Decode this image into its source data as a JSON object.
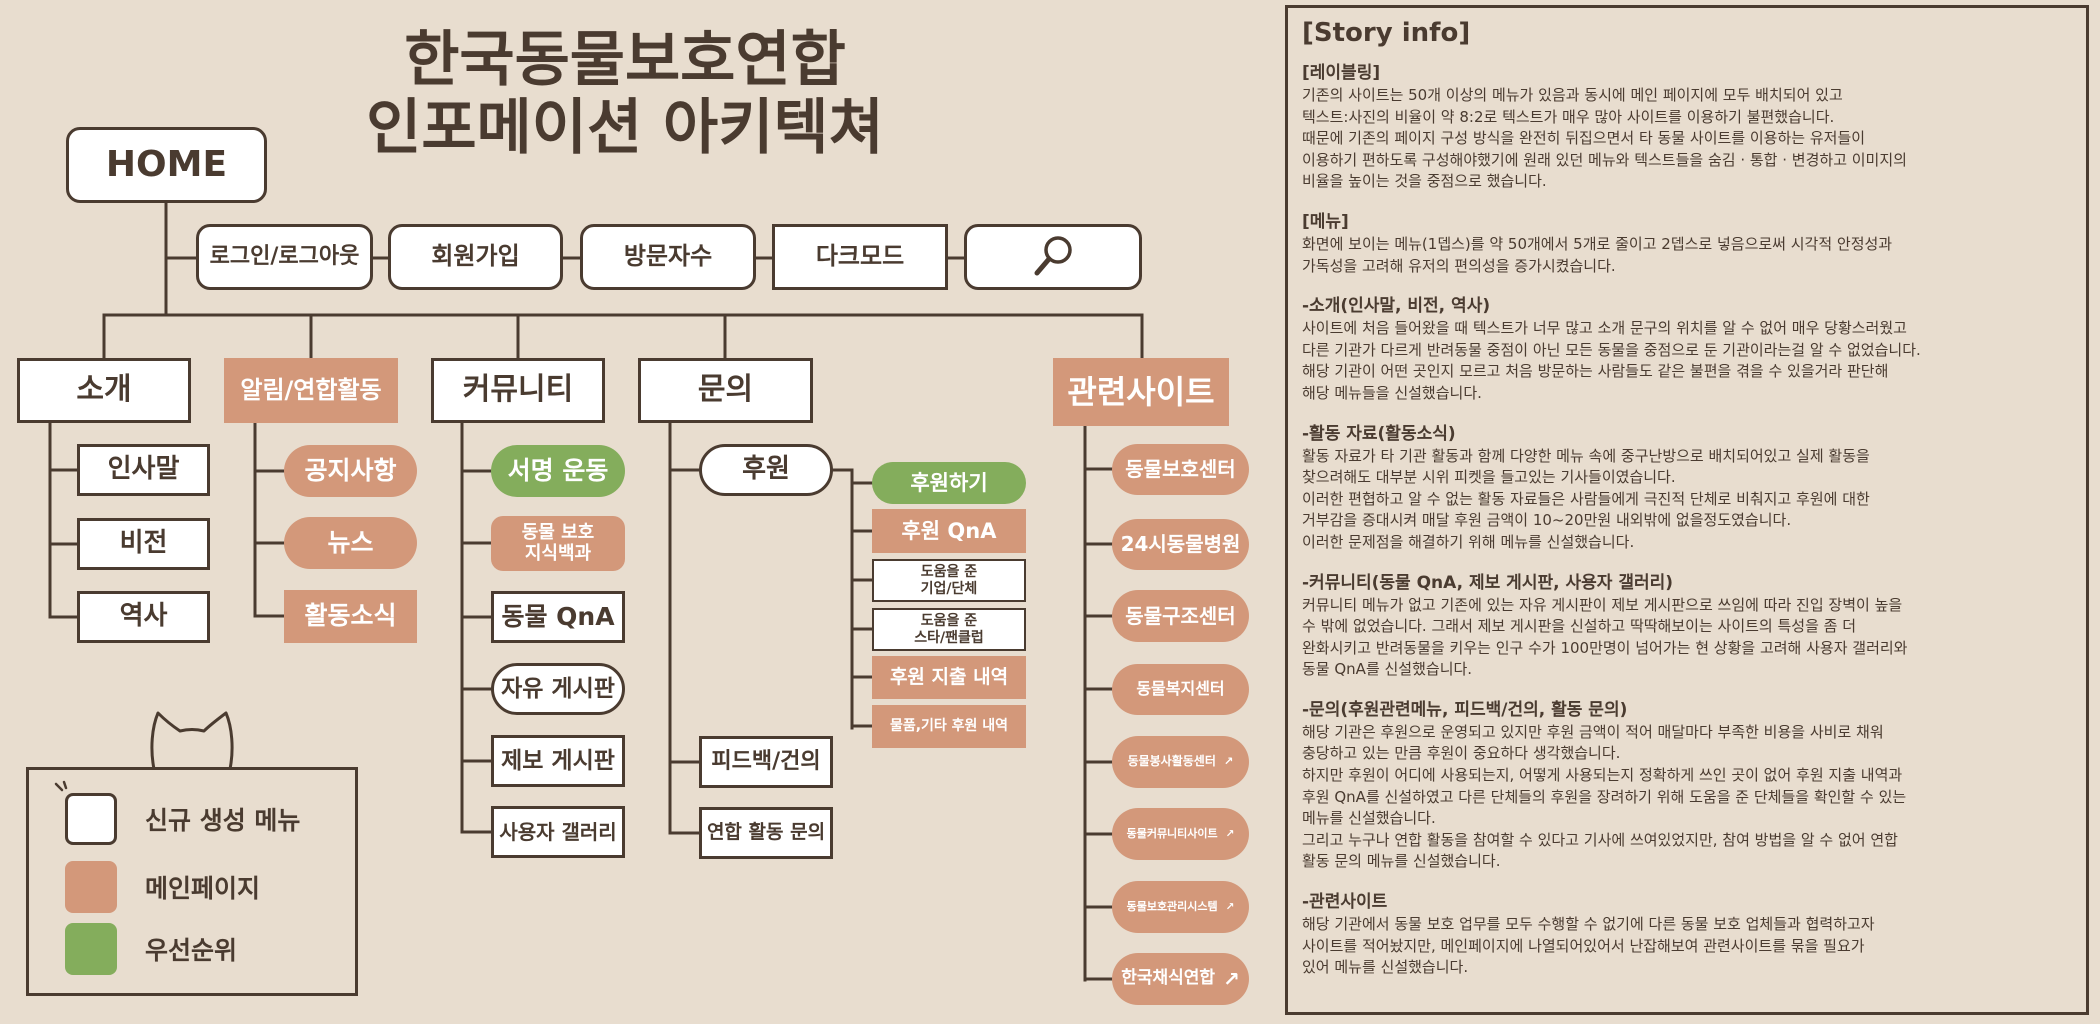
{
  "title": {
    "line1": "한국동물보호연합",
    "line2": "인포메이션 아키텍쳐"
  },
  "colors": {
    "line": "#4a3b30",
    "main_page": "#d3987a",
    "priority": "#84ad5c",
    "new_menu": "#ffffff",
    "background": "#e8ddcf"
  },
  "nodes": {
    "home": "HOME",
    "login": "로그인/로그아웃",
    "signup": "회원가입",
    "visitors": "방문자수",
    "darkmode": "다크모드",
    "search_icon": "search-icon",
    "about": "소개",
    "greeting": "인사말",
    "vision": "비전",
    "history": "역사",
    "notice_activity": "알림/연합활동",
    "notices": "공지사항",
    "news": "뉴스",
    "activity_news": "활동소식",
    "community": "커뮤니티",
    "petition": "서명 운동",
    "animal_wiki": "동물 보호\n지식백과",
    "animal_qna": "동물 QnA",
    "free_board": "자유 게시판",
    "report_board": "제보 게시판",
    "user_gallery": "사용자 갤러리",
    "inquiry": "문의",
    "donation": "후원",
    "donate_now": "후원하기",
    "donation_qna": "후원 QnA",
    "helping_orgs": "도움을 준\n기업/단체",
    "helping_stars": "도움을 준\n스타/팬클럽",
    "donation_spending": "후원 지출 내역",
    "goods_donation": "물품,기타 후원 내역",
    "feedback": "피드백/건의",
    "joint_activity": "연합 활동 문의",
    "related_sites": "관련사이트",
    "site1": "동물보호센터",
    "site2": "24시동물병원",
    "site3": "동물구조센터",
    "site4": "동물복지센터",
    "site5": "동물봉사활동센터",
    "site6": "동물커뮤니티사이트",
    "site7": "동물보호관리시스템",
    "site8": "한국채식연합",
    "external_mark": "↗"
  },
  "legend": {
    "items": [
      {
        "label": "신규 생성 메뉴",
        "color": "#ffffff"
      },
      {
        "label": "메인페이지",
        "color": "#d3987a"
      },
      {
        "label": "우선순위",
        "color": "#84ad5c"
      }
    ]
  },
  "story": {
    "title": "[Story info]",
    "sections": [
      {
        "title": "[레이블링]",
        "lines": [
          "기존의 사이트는 50개 이상의 메뉴가 있음과 동시에 메인 페이지에 모두 배치되어 있고",
          "텍스트:사진의 비율이 약 8:2로 텍스트가 매우 많아 사이트를 이용하기 불편했습니다.",
          "때문에 기존의 페이지 구성 방식을 완전히 뒤집으면서 타 동물 사이트를 이용하는 유저들이",
          "이용하기 편하도록 구성해야했기에 원래 있던 메뉴와 텍스트들을 숨김 · 통합 · 변경하고 이미지의",
          "비율을 높이는 것을 중점으로 했습니다."
        ]
      },
      {
        "title": "[메뉴]",
        "lines": [
          "화면에 보이는 메뉴(1뎁스)를 약 50개에서 5개로 줄이고 2뎁스로 넣음으로써 시각적 안정성과",
          "가독성을 고려해 유저의 편의성을 증가시켰습니다."
        ]
      },
      {
        "title": "-소개(인사말, 비전, 역사)",
        "lines": [
          "사이트에 처음 들어왔을 때 텍스트가 너무 많고 소개 문구의 위치를 알 수 없어 매우  당황스러웠고",
          "다른 기관가 다르게 반려동물 중점이 아닌 모든 동물을 중점으로 둔 기관이라는걸 알 수 없었습니다.",
          "해당 기관이 어떤 곳인지 모르고 처음 방문하는 사람들도 같은 불편을 겪을 수 있을거라 판단해",
          "해당 메뉴들을 신설했습니다."
        ]
      },
      {
        "title": "-활동 자료(활동소식)",
        "lines": [
          "활동 자료가 타 기관 활동과 함께 다양한 메뉴 속에 중구난방으로 배치되어있고 실제 활동을",
          "찾으려해도 대부분 시위 피켓을 들고있는 기사들이였습니다.",
          "이러한 편협하고 알 수 없는 활동 자료들은 사람들에게 극진적 단체로 비춰지고 후원에 대한",
          "거부감을 증대시켜 매달 후원 금액이 10~20만원 내외밖에 없을정도였습니다.",
          "이러한 문제점을 해결하기 위해 메뉴를 신설했습니다."
        ]
      },
      {
        "title": "-커뮤니티(동물 QnA, 제보 게시판, 사용자 갤러리)",
        "lines": [
          "커뮤니티 메뉴가 없고 기존에 있는 자유 게시판이 제보 게시판으로 쓰임에 따라 진입 장벽이 높을",
          "수 밖에 없었습니다. 그래서 제보 게시판을 신설하고 딱딱해보이는 사이트의 특성을 좀 더",
          "완화시키고 반려동물을 키우는 인구 수가 100만명이 넘어가는 현 상황을 고려해 사용자 갤러리와",
          "동물 QnA를 신설했습니다."
        ]
      },
      {
        "title": "-문의(후원관련메뉴, 피드백/건의, 활동 문의)",
        "lines": [
          "해당 기관은 후원으로 운영되고 있지만 후원 금액이 적어 매달마다 부족한 비용을 사비로 채워",
          "충당하고 있는 만큼 후원이 중요하다 생각했습니다.",
          "하지만 후원이 어디에 사용되는지, 어떻게 사용되는지 정확하게 쓰인 곳이 없어 후원 지출 내역과",
          "후원 QnA를 신설하였고 다른 단체들의 후원을 장려하기 위해 도움을 준 단체들을 확인할 수 있는",
          "메뉴를 신설했습니다.",
          "그리고 누구나 연합 활동을 참여할 수 있다고 기사에 쓰여있었지만, 참여 방법을 알 수 없어 연합",
          "활동 문의 메뉴를 신설했습니다."
        ]
      },
      {
        "title": "-관련사이트",
        "lines": [
          "해당 기관에서 동물 보호 업무를 모두 수행할 수 없기에 다른 동물 보호 업체들과 협력하고자",
          "사이트를 적어놨지만, 메인페이지에 나열되어있어서 난잡해보여 관련사이트를 묶을 필요가",
          "있어 메뉴를 신설했습니다."
        ]
      }
    ]
  }
}
